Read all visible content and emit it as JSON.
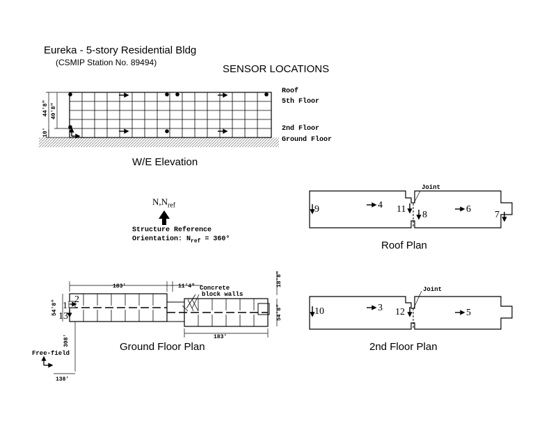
{
  "header": {
    "title": "Eureka - 5-story Residential Bldg",
    "station": "(CSMIP Station No. 89494)",
    "section_title": "SENSOR LOCATIONS"
  },
  "elevation": {
    "caption": "W/E Elevation",
    "floor_labels": [
      "Roof",
      "5th Floor",
      "2nd Floor",
      "Ground Floor"
    ],
    "dims": [
      "44'8\"",
      "40'8\"",
      "10'"
    ]
  },
  "orientation": {
    "north_label": "N,N",
    "north_sub": "ref",
    "ref_line1": "Structure Reference",
    "ref_line2_pre": "Orientation: N",
    "ref_line2_sub": "ref",
    "ref_line2_post": " = 360°"
  },
  "roof_plan": {
    "caption": "Roof Plan",
    "joint_label": "Joint",
    "sensors": [
      "9",
      "4",
      "11",
      "8",
      "6",
      "7"
    ]
  },
  "second_floor_plan": {
    "caption": "2nd Floor Plan",
    "joint_label": "Joint",
    "sensors": [
      "10",
      "3",
      "12",
      "5"
    ]
  },
  "ground_plan": {
    "caption": "Ground Floor Plan",
    "dims": [
      "183'",
      "11'4\"",
      "183'",
      "54'8\"",
      "54'8\"",
      "18'8\"",
      "308'",
      "138'"
    ],
    "walls_label_1": "Concrete",
    "walls_label_2": "block walls",
    "sensors": [
      "1",
      "2",
      "13"
    ],
    "free_field_label": "Free-field"
  }
}
